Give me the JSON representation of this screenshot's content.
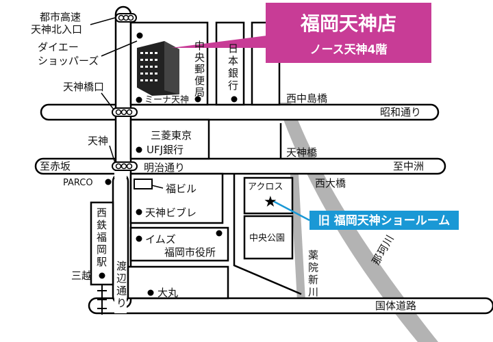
{
  "store": {
    "name": "福岡天神店",
    "floor": "ノース天神4階",
    "color": "#c83c96"
  },
  "old_showroom": {
    "label": "旧 福岡天神ショールーム",
    "color": "#1a98d5"
  },
  "roads": {
    "showa": "昭和通り",
    "meiji": "明治通り",
    "kokutai": "国体道路",
    "to_akasaka": "至赤坂",
    "to_nakasu": "至中洲",
    "watanabe": "渡辺通り"
  },
  "intersections": {
    "toshikosoku": "都市高速\n天神北入口",
    "tenjinbashi_guchi": "天神橋口",
    "tenjin": "天神",
    "nishinakajima": "西中島橋",
    "tenjinbashi": "天神橋",
    "nishiohashi": "西大橋"
  },
  "landmarks": {
    "daiei": "ダイエー\nショッパーズ",
    "mina": "ミーナ天神",
    "post_office": "中央郵便局",
    "nihon_ginko": "日本銀行",
    "mufg": "三菱東京\nUFJ銀行",
    "parco": "PARCO",
    "fukubiru": "福ビル",
    "vivre": "天神ビブレ",
    "ims": "イムズ",
    "city_hall": "福岡市役所",
    "daimaru": "大丸",
    "across": "アクロス",
    "chuo_koen": "中央公園",
    "mitsukoshi": "三越",
    "nishitetsu": "西鉄福岡駅"
  },
  "rivers": {
    "yakuin": "薬院新川",
    "naka": "那珂川"
  },
  "icons": {
    "star": "star-icon",
    "dot": "dot-icon",
    "building": "building-icon",
    "signal": "traffic-signal-icon"
  }
}
